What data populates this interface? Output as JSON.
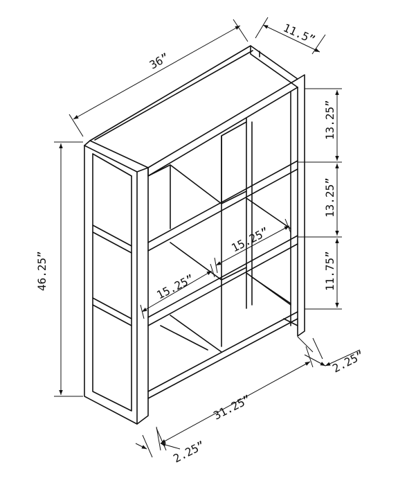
{
  "dimensions": {
    "overall_width": "36”",
    "depth": "11.5”",
    "overall_height": "46.25”",
    "shelf_gap_top": "13.25”",
    "shelf_gap_middle": "13.25”",
    "shelf_gap_bottom": "11.75”",
    "compartment_width_right": "15.25”",
    "compartment_width_left": "15.25”",
    "inner_width": "31.25”",
    "leg_width_right": "2.25”",
    "leg_width_left": "2.25”"
  }
}
